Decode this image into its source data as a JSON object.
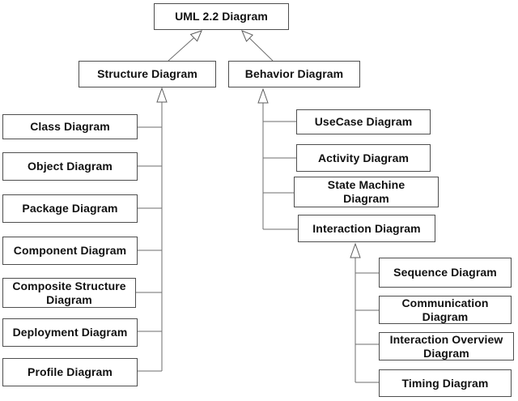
{
  "diagram": {
    "title": "UML 2.2 Diagram",
    "relationship_type": "generalization (hollow triangle arrows)",
    "root": {
      "label": "UML 2.2 Diagram"
    },
    "branches": [
      {
        "label": "Structure Diagram",
        "children": [
          "Class Diagram",
          "Object Diagram",
          "Package Diagram",
          "Component Diagram",
          "Composite Structure\nDiagram",
          "Deployment Diagram",
          "Profile Diagram"
        ]
      },
      {
        "label": "Behavior Diagram",
        "children": [
          "UseCase Diagram",
          "Activity Diagram",
          "State Machine\nDiagram",
          "Interaction Diagram"
        ],
        "sub": {
          "parent_label": "Interaction Diagram",
          "children": [
            "Sequence Diagram",
            "Communication\nDiagram",
            "Interaction Overview\nDiagram",
            "Timing Diagram"
          ]
        }
      }
    ]
  },
  "colors": {
    "background": "#ffffff",
    "box_fill": "#ffffff",
    "box_border": "#4e4e4e",
    "connector_line": "#6e6e6e",
    "text": "#111111"
  }
}
